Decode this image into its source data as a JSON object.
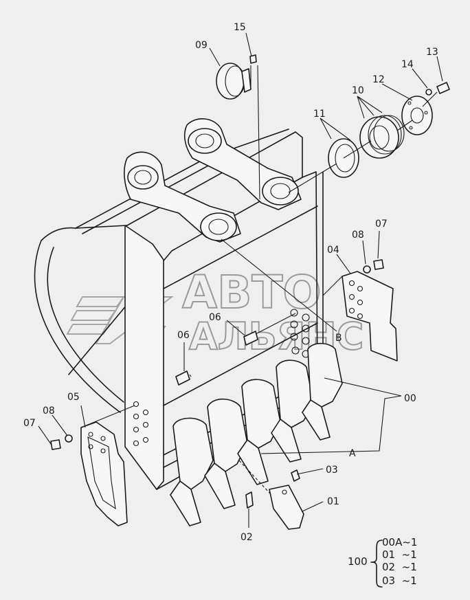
{
  "callouts": {
    "c15": "15",
    "c09": "09",
    "c13": "13",
    "c14": "14",
    "c12": "12",
    "c10": "10",
    "c11": "11",
    "c08a": "08",
    "c07a": "07",
    "c04": "04",
    "c06a": "06",
    "c06b": "06",
    "cB": "B",
    "c00": "00",
    "c05": "05",
    "c08b": "08",
    "c07b": "07",
    "cA": "A",
    "c03": "03",
    "c01": "01",
    "c02": "02"
  },
  "watermark": {
    "line1": "АВТО",
    "line2": "АЛЬЯНС"
  },
  "legend": {
    "kit": "100",
    "rows": [
      "00A~1",
      "01  ~1",
      "02  ~1",
      "03  ~1"
    ]
  }
}
